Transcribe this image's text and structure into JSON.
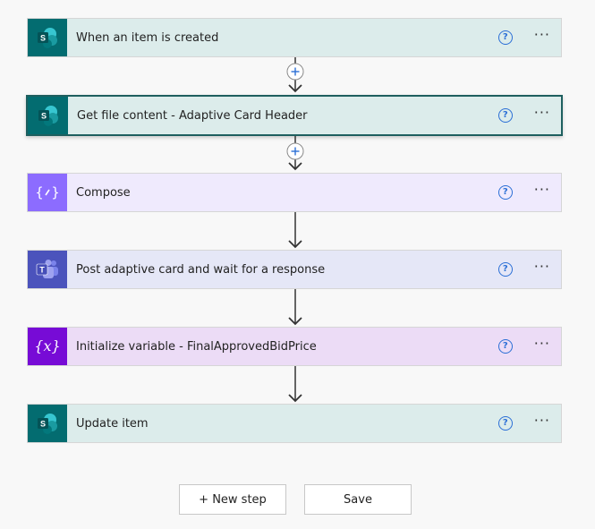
{
  "steps": [
    {
      "title": "When an item is created",
      "icon": "sharepoint-icon",
      "bg": "#dceceb",
      "icon_bg": "#036c70"
    },
    {
      "title": "Get file content - Adaptive Card Header",
      "icon": "sharepoint-icon",
      "bg": "#dceceb",
      "icon_bg": "#036c70"
    },
    {
      "title": "Compose",
      "icon": "compose-icon",
      "bg": "#efeafd",
      "icon_bg": "#8c6cff"
    },
    {
      "title": "Post adaptive card and wait for a response",
      "icon": "teams-icon",
      "bg": "#e5e7f7",
      "icon_bg": "#4b53bc"
    },
    {
      "title": "Initialize variable - FinalApprovedBidPrice",
      "icon": "variable-icon",
      "bg": "#ecdcf6",
      "icon_bg": "#770bd6"
    },
    {
      "title": "Update item",
      "icon": "sharepoint-icon",
      "bg": "#dceceb",
      "icon_bg": "#036c70"
    }
  ],
  "help_glyph": "?",
  "more_glyph": "···",
  "buttons": {
    "new_step": "+ New step",
    "save": "Save"
  }
}
